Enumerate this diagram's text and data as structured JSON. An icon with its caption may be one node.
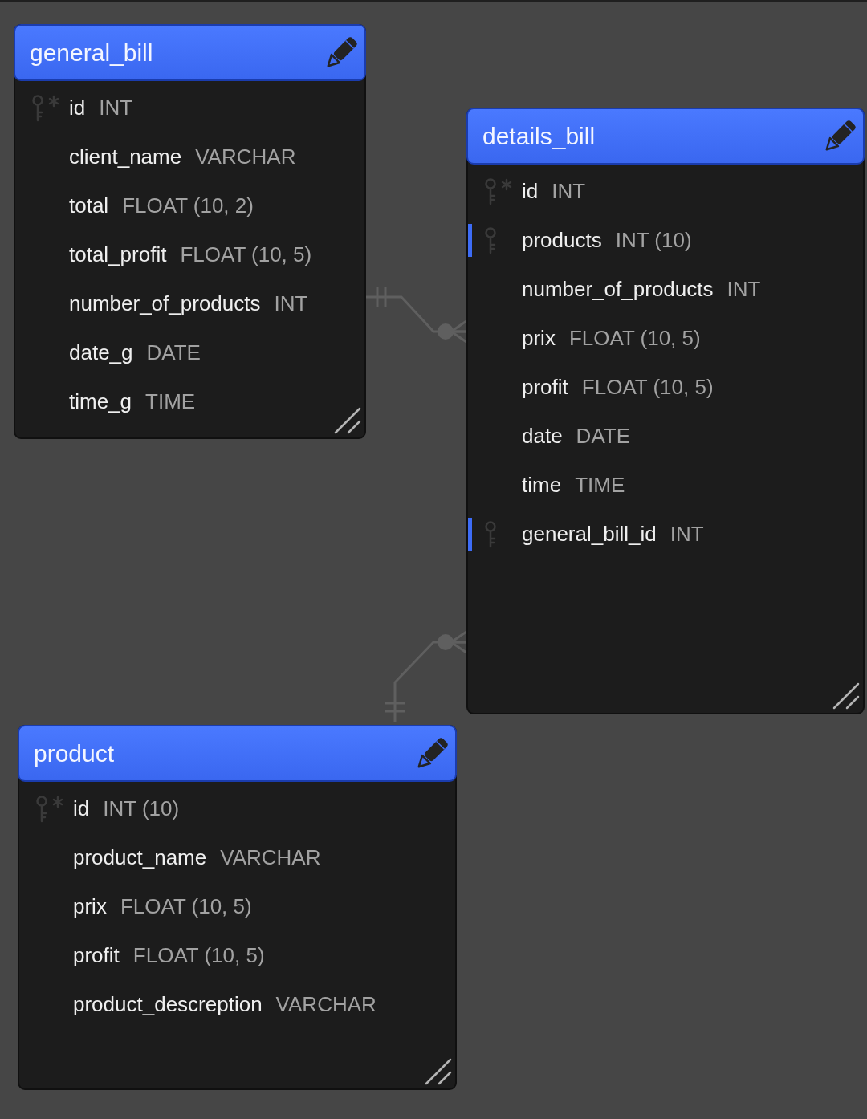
{
  "diagram": {
    "nodes": [
      {
        "text": [
          "general_bill",
          "id",
          "INT",
          "client_name",
          "VARCHAR",
          "total",
          "FLOAT (10, 2)",
          "total_profit",
          "FLOAT (10, 5)",
          "number_of_products",
          "INT",
          "date_g",
          "DATE",
          "time_g",
          "TIME"
        ]
      },
      {
        "text": [
          "details_bill",
          "id",
          "INT",
          "products",
          "INT (10)",
          "number_of_products",
          "INT",
          "prix",
          "FLOAT (10, 5)",
          "profit",
          "FLOAT (10, 5)",
          "date",
          "DATE",
          "time",
          "TIME",
          "general_bill_id",
          "INT"
        ]
      },
      {
        "text": [
          "product",
          "id",
          "INT (10)",
          "product_name",
          "VARCHAR",
          "prix",
          "FLOAT (10, 5)",
          "profit",
          "FLOAT (10, 5)",
          "product_descreption",
          "VARCHAR"
        ]
      }
    ],
    "edges": [
      {
        "from": 0,
        "to": 1,
        "arrow": "other"
      },
      {
        "from": 2,
        "to": 1,
        "arrow": "other"
      }
    ]
  }
}
